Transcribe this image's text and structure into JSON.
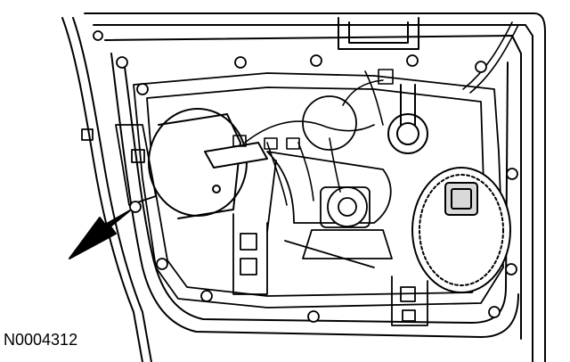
{
  "figure": {
    "id_label": "N0004312"
  },
  "drawing": {
    "stroke_color": "#000000",
    "fill_color": "#ffffff",
    "shade_color": "#d9d9d9",
    "parts": [
      "door-panel-outline",
      "window-regulator-motor",
      "speaker-assembly",
      "wiring-harness",
      "mounting-bolts",
      "pointer-arrow"
    ]
  }
}
